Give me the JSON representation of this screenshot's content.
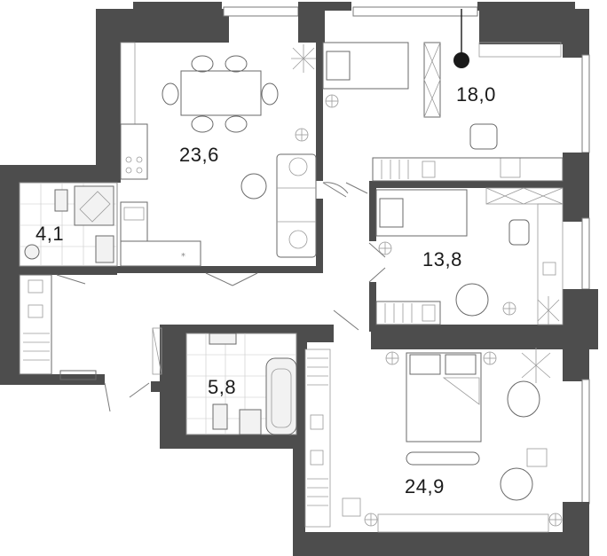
{
  "plan": {
    "rooms": [
      {
        "id": "kitchen-living",
        "area": "23,6"
      },
      {
        "id": "bedroom-top-right",
        "area": "18,0"
      },
      {
        "id": "bathroom-small",
        "area": "4,1"
      },
      {
        "id": "bedroom-middle",
        "area": "13,8"
      },
      {
        "id": "bathroom",
        "area": "5,8"
      },
      {
        "id": "bedroom-bottom",
        "area": "24,9"
      }
    ]
  }
}
